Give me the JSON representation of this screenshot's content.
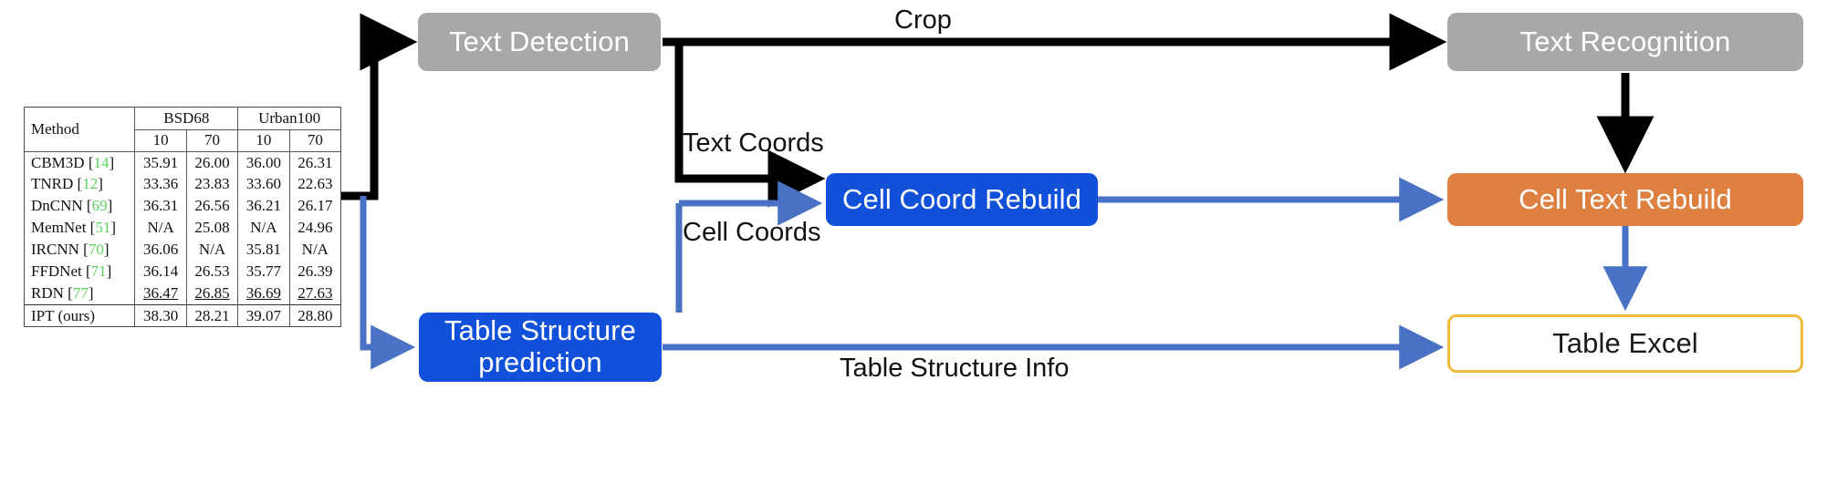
{
  "diagram": {
    "title": "Table recognition pipeline",
    "colors": {
      "gray_box": "#a8a8a8",
      "blue_box": "#1150d8",
      "orange_box": "#dd8040",
      "excel_border": "#f0b93f",
      "black_arrow": "#000000",
      "blue_arrow": "#4a72c4"
    },
    "nodes": {
      "text_detection": "Text Detection",
      "text_recognition": "Text Recognition",
      "cell_coord_rebuild": "Cell Coord Rebuild",
      "cell_text_rebuild": "Cell Text Rebuild",
      "table_structure_line1": "Table Structure",
      "table_structure_line2": "prediction",
      "table_excel": "Table Excel"
    },
    "edge_labels": {
      "crop": "Crop",
      "text_coords": "Text Coords",
      "cell_coords": "Cell Coords",
      "table_structure_info": "Table Structure Info"
    }
  },
  "paper_table": {
    "col_method": "Method",
    "groups": [
      {
        "name": "BSD68",
        "subcols": [
          "10",
          "70"
        ]
      },
      {
        "name": "Urban100",
        "subcols": [
          "10",
          "70"
        ]
      }
    ],
    "rows": [
      {
        "method": "CBM3D",
        "ref": "14",
        "values": [
          "35.91",
          "26.00",
          "36.00",
          "26.31"
        ],
        "style": "normal"
      },
      {
        "method": "TNRD",
        "ref": "12",
        "values": [
          "33.36",
          "23.83",
          "33.60",
          "22.63"
        ],
        "style": "normal"
      },
      {
        "method": "DnCNN",
        "ref": "69",
        "values": [
          "36.31",
          "26.56",
          "36.21",
          "26.17"
        ],
        "style": "normal"
      },
      {
        "method": "MemNet",
        "ref": "51",
        "values": [
          "N/A",
          "25.08",
          "N/A",
          "24.96"
        ],
        "style": "normal"
      },
      {
        "method": "IRCNN",
        "ref": "70",
        "values": [
          "36.06",
          "N/A",
          "35.81",
          "N/A"
        ],
        "style": "normal"
      },
      {
        "method": "FFDNet",
        "ref": "71",
        "values": [
          "36.14",
          "26.53",
          "35.77",
          "26.39"
        ],
        "style": "normal"
      },
      {
        "method": "RDN",
        "ref": "77",
        "values": [
          "36.47",
          "26.85",
          "36.69",
          "27.63"
        ],
        "style": "underline"
      },
      {
        "method": "IPT (ours)",
        "ref": "",
        "values": [
          "38.30",
          "28.21",
          "39.07",
          "28.80"
        ],
        "style": "bold"
      }
    ]
  }
}
